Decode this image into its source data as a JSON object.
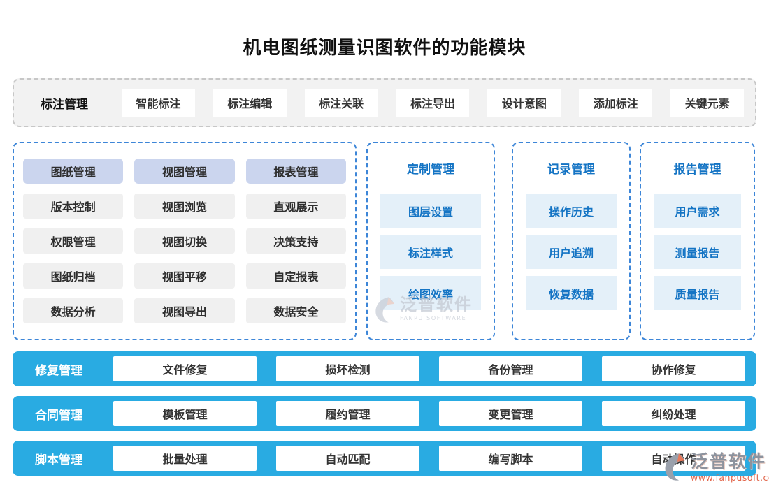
{
  "title": "机电图纸测量识图软件的功能模块",
  "colors": {
    "bottom_bar_blue": "#29abe2",
    "panel_dashed_border": "#3d86d8",
    "matrix_header_bg": "#cbd5ee",
    "matrix_item_bg": "#f0f0f0",
    "list_item_bg": "#e4f0f9",
    "blue_text": "#1474c4",
    "top_bar_bg": "#f2f2f2",
    "watermark_url_color": "#e2654a"
  },
  "annotation_bar": {
    "label": "标注管理",
    "items": [
      "智能标注",
      "标注编辑",
      "标注关联",
      "标注导出",
      "设计意图",
      "添加标注",
      "关键元素"
    ]
  },
  "matrix_panel": {
    "columns": [
      {
        "header": "图纸管理",
        "items": [
          "版本控制",
          "权限管理",
          "图纸归档",
          "数据分析"
        ]
      },
      {
        "header": "视图管理",
        "items": [
          "视图浏览",
          "视图切换",
          "视图平移",
          "视图导出"
        ]
      },
      {
        "header": "报表管理",
        "items": [
          "直观展示",
          "决策支持",
          "自定报表",
          "数据安全"
        ]
      }
    ]
  },
  "list_panels": [
    {
      "title": "定制管理",
      "items": [
        "图层设置",
        "标注样式",
        "绘图效率"
      ]
    },
    {
      "title": "记录管理",
      "items": [
        "操作历史",
        "用户追溯",
        "恢复数据"
      ]
    },
    {
      "title": "报告管理",
      "items": [
        "用户需求",
        "测量报告",
        "质量报告"
      ]
    }
  ],
  "bottom_rows": [
    {
      "label": "修复管理",
      "items": [
        "文件修复",
        "损坏检测",
        "备份管理",
        "协作修复"
      ]
    },
    {
      "label": "合同管理",
      "items": [
        "模板管理",
        "履约管理",
        "变更管理",
        "纠纷处理"
      ]
    },
    {
      "label": "脚本管理",
      "items": [
        "批量处理",
        "自动匹配",
        "编写脚本",
        "自动操作"
      ]
    }
  ],
  "watermark_center": {
    "brand": "泛普软件",
    "sub": "FANPU SOFTWARE"
  },
  "watermark_corner": {
    "brand": "泛普软件",
    "url": "www.fanpusoft.com"
  }
}
